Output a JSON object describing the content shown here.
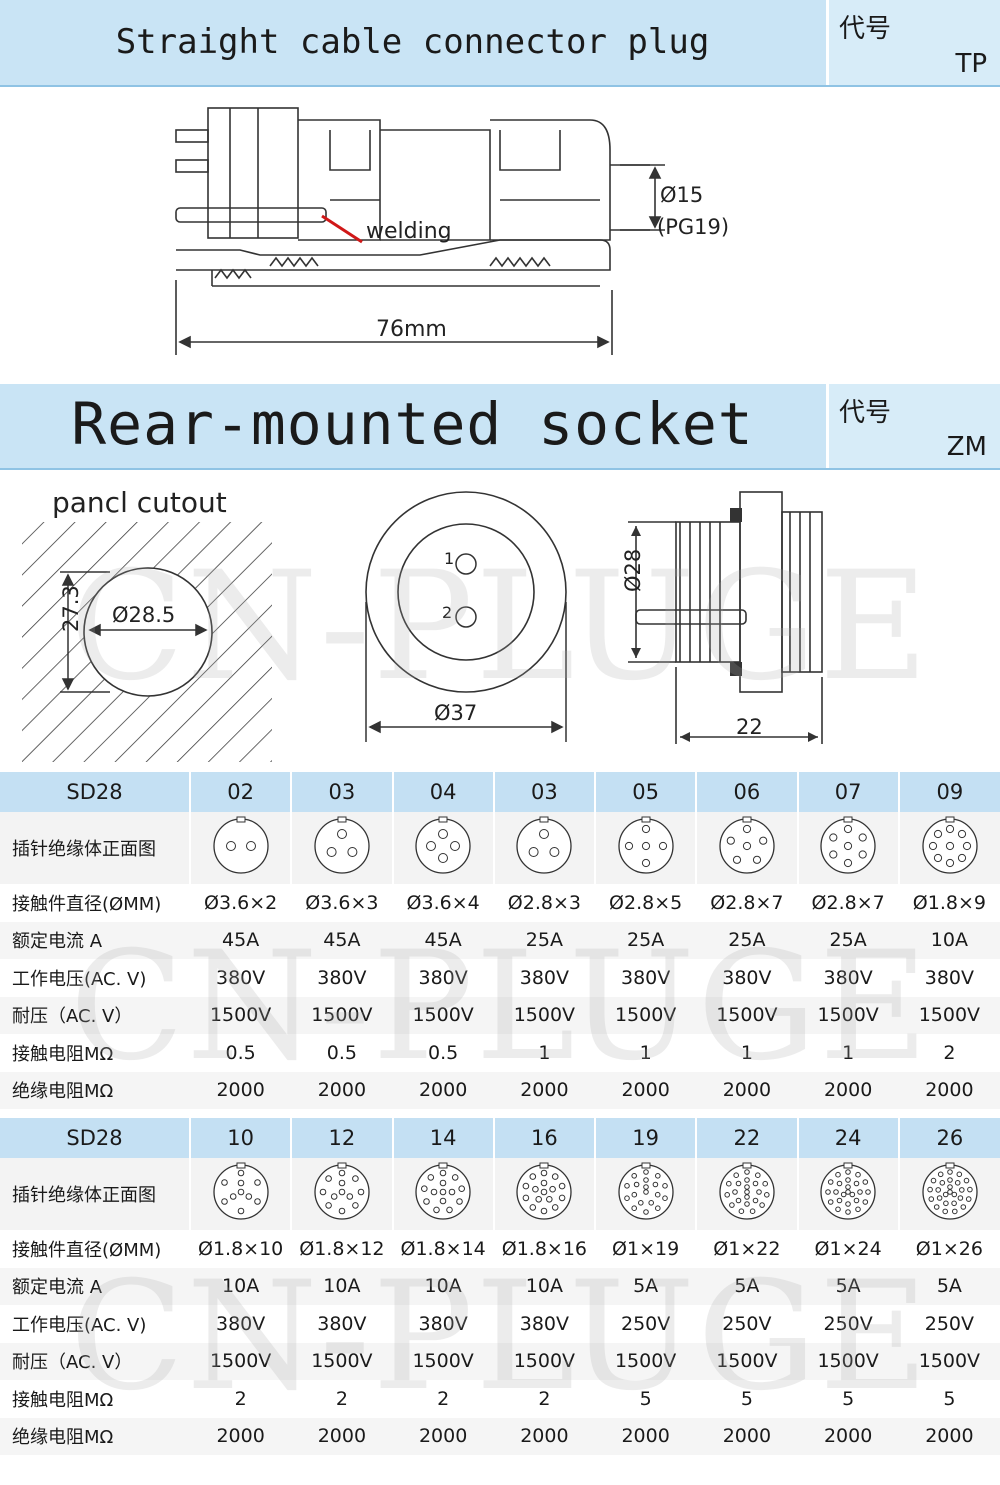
{
  "plug": {
    "title": "Straight cable connector plug",
    "code_label": "代号",
    "code": "TP",
    "labels": {
      "dia15": "Ø15",
      "pg19": "(PG19)",
      "welding": "welding",
      "length": "76mm"
    }
  },
  "socket": {
    "title": "Rear-mounted socket",
    "code_label": "代号",
    "code": "ZM",
    "labels": {
      "cutout": "pancl cutout",
      "d285": "Ø28.5",
      "h273": "27.3",
      "d37": "Ø37",
      "pin1": "1",
      "pin2": "2",
      "d28": "Ø28",
      "len22": "22"
    }
  },
  "watermark": "CN-PLUGE",
  "table1": {
    "series": "SD28",
    "diagram_label": "插针绝缘体正面图",
    "columns": [
      "02",
      "03",
      "04",
      "03",
      "05",
      "06",
      "07",
      "09"
    ],
    "rows": [
      {
        "label": "接触件直径(ØMM)",
        "values": [
          "Ø3.6×2",
          "Ø3.6×3",
          "Ø3.6×4",
          "Ø2.8×3",
          "Ø2.8×5",
          "Ø2.8×7",
          "Ø2.8×7",
          "Ø1.8×9"
        ]
      },
      {
        "label": "额定电流 A",
        "values": [
          "45A",
          "45A",
          "45A",
          "25A",
          "25A",
          "25A",
          "25A",
          "10A"
        ]
      },
      {
        "label": "工作电压(AC. V)",
        "values": [
          "380V",
          "380V",
          "380V",
          "380V",
          "380V",
          "380V",
          "380V",
          "380V"
        ]
      },
      {
        "label": "耐压（AC. V）",
        "values": [
          "1500V",
          "1500V",
          "1500V",
          "1500V",
          "1500V",
          "1500V",
          "1500V",
          "1500V"
        ]
      },
      {
        "label": "接触电阻MΩ",
        "values": [
          "0.5",
          "0.5",
          "0.5",
          "1",
          "1",
          "1",
          "1",
          "2"
        ]
      },
      {
        "label": "绝缘电阻MΩ",
        "values": [
          "2000",
          "2000",
          "2000",
          "2000",
          "2000",
          "2000",
          "2000",
          "2000"
        ]
      }
    ]
  },
  "table2": {
    "series": "SD28",
    "diagram_label": "插针绝缘体正面图",
    "columns": [
      "10",
      "12",
      "14",
      "16",
      "19",
      "22",
      "24",
      "26"
    ],
    "rows": [
      {
        "label": "接触件直径(ØMM)",
        "values": [
          "Ø1.8×10",
          "Ø1.8×12",
          "Ø1.8×14",
          "Ø1.8×16",
          "Ø1×19",
          "Ø1×22",
          "Ø1×24",
          "Ø1×26"
        ]
      },
      {
        "label": "额定电流 A",
        "values": [
          "10A",
          "10A",
          "10A",
          "10A",
          "5A",
          "5A",
          "5A",
          "5A"
        ]
      },
      {
        "label": "工作电压(AC. V)",
        "values": [
          "380V",
          "380V",
          "380V",
          "380V",
          "250V",
          "250V",
          "250V",
          "250V"
        ]
      },
      {
        "label": "耐压（AC. V）",
        "values": [
          "1500V",
          "1500V",
          "1500V",
          "1500V",
          "1500V",
          "1500V",
          "1500V",
          "1500V"
        ]
      },
      {
        "label": "接触电阻MΩ",
        "values": [
          "2",
          "2",
          "2",
          "2",
          "5",
          "5",
          "5",
          "5"
        ]
      },
      {
        "label": "绝缘电阻MΩ",
        "values": [
          "2000",
          "2000",
          "2000",
          "2000",
          "2000",
          "2000",
          "2000",
          "2000"
        ]
      }
    ]
  }
}
